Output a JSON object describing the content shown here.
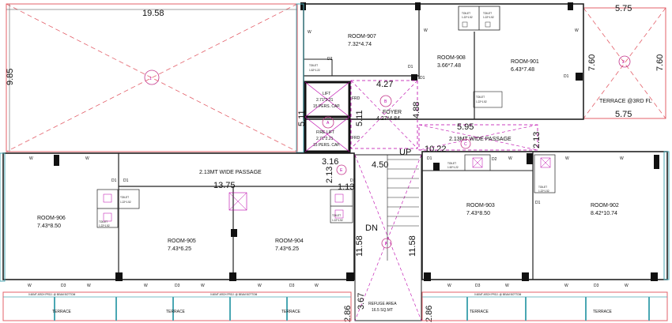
{
  "dimensions": {
    "d1958": "19.58",
    "d985": "9.85",
    "d575a": "5.75",
    "d575b": "5.75",
    "d760a": "7.60",
    "d760b": "7.60",
    "d427": "4.27",
    "d511a": "5.11",
    "d511b": "5.11",
    "d488": "4.88",
    "d595": "5.95",
    "d213a": "2.13",
    "d1022": "10.22",
    "d316": "3.16",
    "d450": "4.50",
    "d1375": "13.75",
    "d213b": "2.13",
    "d113": "1.13",
    "d1158a": "11.58",
    "d1158b": "11.58",
    "d367": "3.67",
    "d286a": "2.86",
    "d286b": "2.86"
  },
  "rooms": {
    "r907": {
      "name": "ROOM-907",
      "size": "7.32*4.74"
    },
    "r908": {
      "name": "ROOM-908",
      "size": "3.66*7.48"
    },
    "r901": {
      "name": "ROOM-901",
      "size": "6.43*7.48"
    },
    "r906": {
      "name": "ROOM-906",
      "size": "7.43*8.50"
    },
    "r905": {
      "name": "ROOM-905",
      "size": "7.43*6.25"
    },
    "r904": {
      "name": "ROOM-904",
      "size": "7.43*6.25"
    },
    "r903": {
      "name": "ROOM-903",
      "size": "7.43*8.50"
    },
    "r902": {
      "name": "ROOM-902",
      "size": "8.42*10.74"
    }
  },
  "lift": {
    "name": "LIFT",
    "size": "2.71*2.21",
    "cap": "15 PERS. CAP."
  },
  "fire_lift": {
    "name": "FIRE LIFT",
    "size": "2.71*2.21",
    "cap": "15 PERS. CAP."
  },
  "foyer": {
    "name": "FOYER",
    "size": "4.27*4.84"
  },
  "passage_left": "2.13MT WIDE PASSAGE",
  "passage_right": "2.13MT WIDE  PASSAGE",
  "terrace_3rd": "TERRACE @3RD FL",
  "refuge": {
    "name": "REFUGE AREA",
    "size": "16.5 SQ.MT"
  },
  "stairs": {
    "up": "UP",
    "dn": "DN"
  },
  "terrace_label": "TERRACE",
  "toilets": {
    "t_a": {
      "name": "TOILET",
      "size": "1.52*1.22"
    },
    "t_b": {
      "name": "TOILET",
      "size": "1.22*1.52"
    },
    "t_c": {
      "name": "TOILET",
      "size": "1.22*1.52"
    },
    "t_d": {
      "name": "TOILET",
      "size": "1.22*1.52"
    },
    "t_e": {
      "name": "TOILET",
      "size": "1.22*1.52"
    },
    "t_f": {
      "name": "TOILET",
      "size": "1.22*1.52"
    },
    "t_g": {
      "name": "TOILET",
      "size": "1.22*1.52"
    },
    "t_h": {
      "name": "TOILET",
      "size": "1.52*1.22"
    },
    "t_i": {
      "name": "TOILET",
      "size": "1.22*1.52"
    }
  },
  "markers": {
    "b1": "1",
    "b2": "2",
    "bA": "A",
    "bB": "B",
    "bC": "C",
    "bE": "E",
    "bF": "F"
  },
  "labels": {
    "W": "W",
    "D1": "D1",
    "D2": "D2",
    "D3": "D3",
    "FRD": "FRD"
  },
  "beam_note": "0.60MT ARCH PROJ. @ BEAM BOTTOM"
}
